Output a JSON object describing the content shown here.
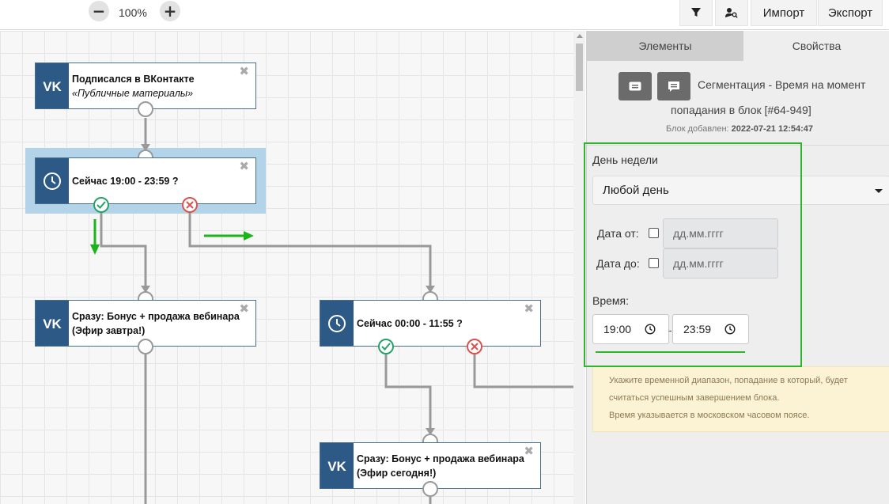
{
  "toolbar": {
    "zoom_level": "100%",
    "zoom_out_label": "−",
    "zoom_in_label": "+",
    "import_label": "Импорт",
    "export_label": "Экспорт"
  },
  "canvas": {
    "nodes": [
      {
        "title": "Подписался в ВКонтакте",
        "subtitle": "«Публичные материалы»",
        "icon": "vk-icon"
      },
      {
        "title": "Сейчас 19:00 - 23:59 ?",
        "icon": "clock-icon"
      },
      {
        "title": "Сразу: Бонус + продажа вебинара (Эфир завтра!)",
        "icon": "vk-icon"
      },
      {
        "title": "Сейчас 00:00 - 11:55 ?",
        "icon": "clock-icon"
      },
      {
        "title": "Сразу: Бонус + продажа вебинара (Эфир сегодня!)",
        "icon": "vk-icon"
      }
    ],
    "close_glyph": "✖"
  },
  "panel": {
    "tabs": [
      {
        "label": "Элементы",
        "active": false
      },
      {
        "label": "Свойства",
        "active": true
      }
    ],
    "title_line1": "Сегментация - Время на момент",
    "title_line2": "попадания в блок [#64-949]",
    "added_label": "Блок добавлен:",
    "added_value": "2022-07-21 12:54:47",
    "weekday_label": "День недели",
    "weekday_value": "Любой день",
    "date_from_label": "Дата от:",
    "date_to_label": "Дата до:",
    "date_placeholder": "дд.мм.гггг",
    "time_label": "Время:",
    "time_from": "19:00",
    "time_to": "23:59",
    "time_separator": "-",
    "hint_lines": [
      "Укажите временной диапазон, попадание в который, будет",
      "считаться успешным завершением блока.",
      "Время указывается в московском часовом поясе."
    ]
  },
  "colors": {
    "node_icon_bg": "#2d5986",
    "selected_bg": "#b3d3e8",
    "success": "#26a269",
    "fail": "#d9534f",
    "annotation": "#2db52d"
  }
}
